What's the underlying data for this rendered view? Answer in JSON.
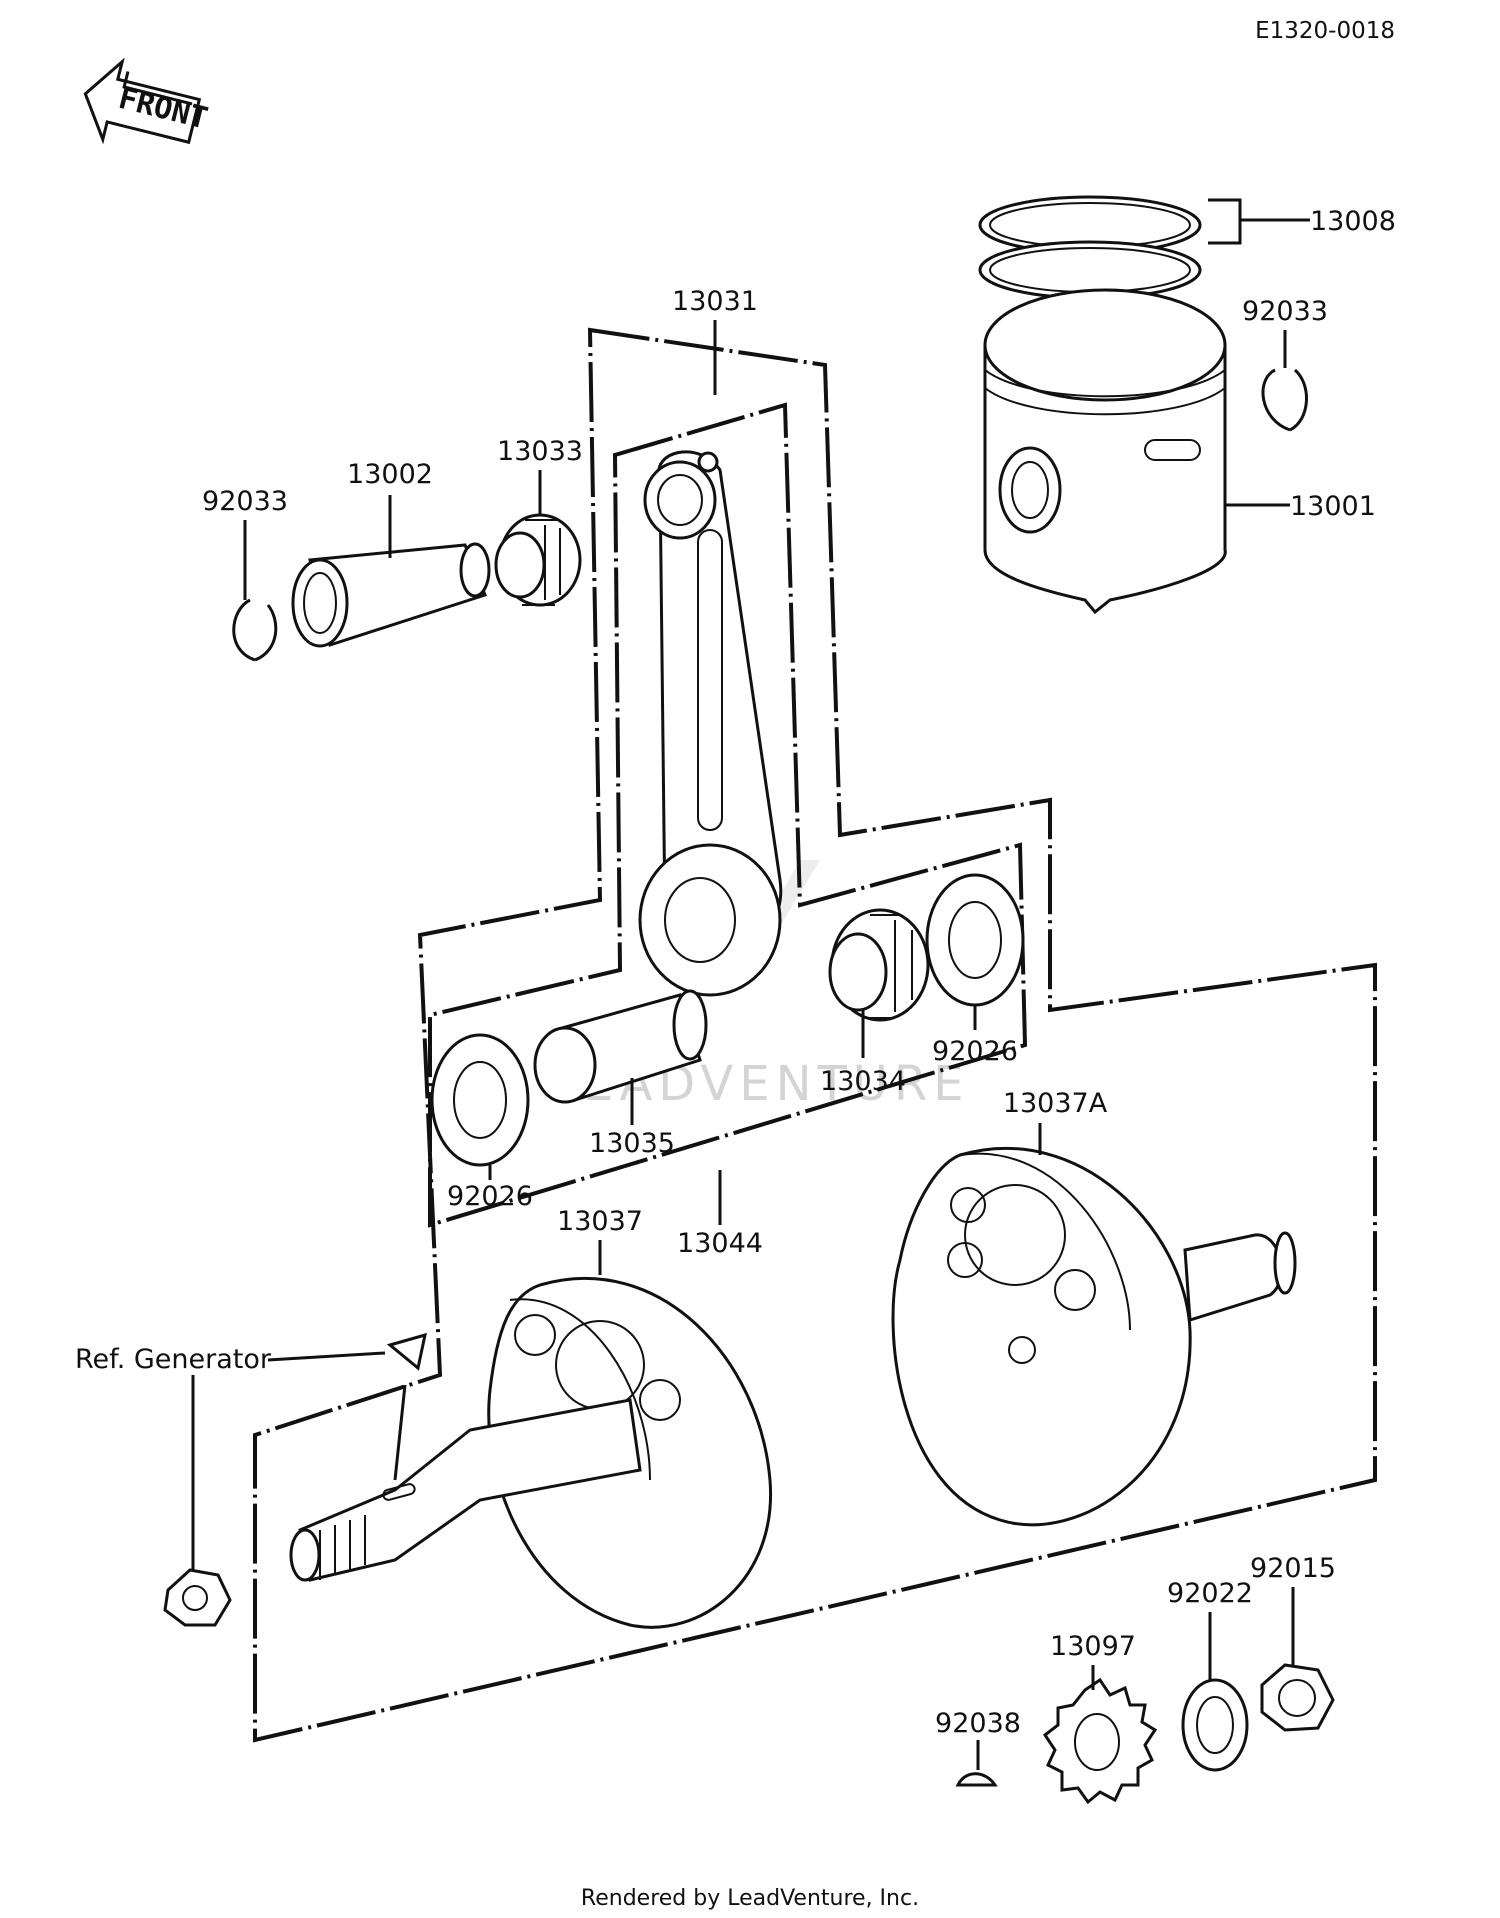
{
  "diagram_code": "E1320-0018",
  "front_label": "FRONT",
  "footer": "Rendered by LeadVenture, Inc.",
  "watermark": "LEADVENTURE",
  "parts": {
    "p13008": "13008",
    "p92033_right": "92033",
    "p13001": "13001",
    "p13031": "13031",
    "p13033": "13033",
    "p13002": "13002",
    "p92033_left": "92033",
    "p92026_right": "92026",
    "p13034": "13034",
    "p13035": "13035",
    "p92026_left": "92026",
    "p13037A": "13037A",
    "p13044": "13044",
    "p13037": "13037",
    "ref_generator": "Ref. Generator",
    "p92015": "92015",
    "p92022": "92022",
    "p13097": "13097",
    "p92038": "92038"
  }
}
